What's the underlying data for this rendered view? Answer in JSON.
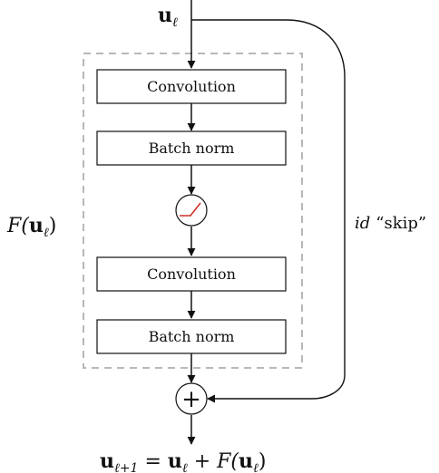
{
  "diagram": {
    "input_label": {
      "u": "u",
      "sub": "ℓ"
    },
    "blocks": [
      {
        "label": "Convolution"
      },
      {
        "label": "Batch norm"
      },
      {
        "label": "Convolution"
      },
      {
        "label": "Batch norm"
      }
    ],
    "activation": {
      "icon": "relu-icon"
    },
    "residual_label": {
      "F": "F(",
      "u": "u",
      "sub": "ℓ",
      "close": ")"
    },
    "skip_label": {
      "id": "id",
      "text": "“skip”"
    },
    "output_label": {
      "lhs_u": "u",
      "lhs_sub": "ℓ+1",
      "eq": " = ",
      "u": "u",
      "sub": "ℓ",
      "plus": " + F(",
      "u2": "u",
      "sub2": "ℓ",
      "close": ")"
    },
    "add_symbol": "+",
    "colors": {
      "dashed_box": "#b8b8b8",
      "relu_line": "#d0302a",
      "stroke": "#111111"
    }
  }
}
